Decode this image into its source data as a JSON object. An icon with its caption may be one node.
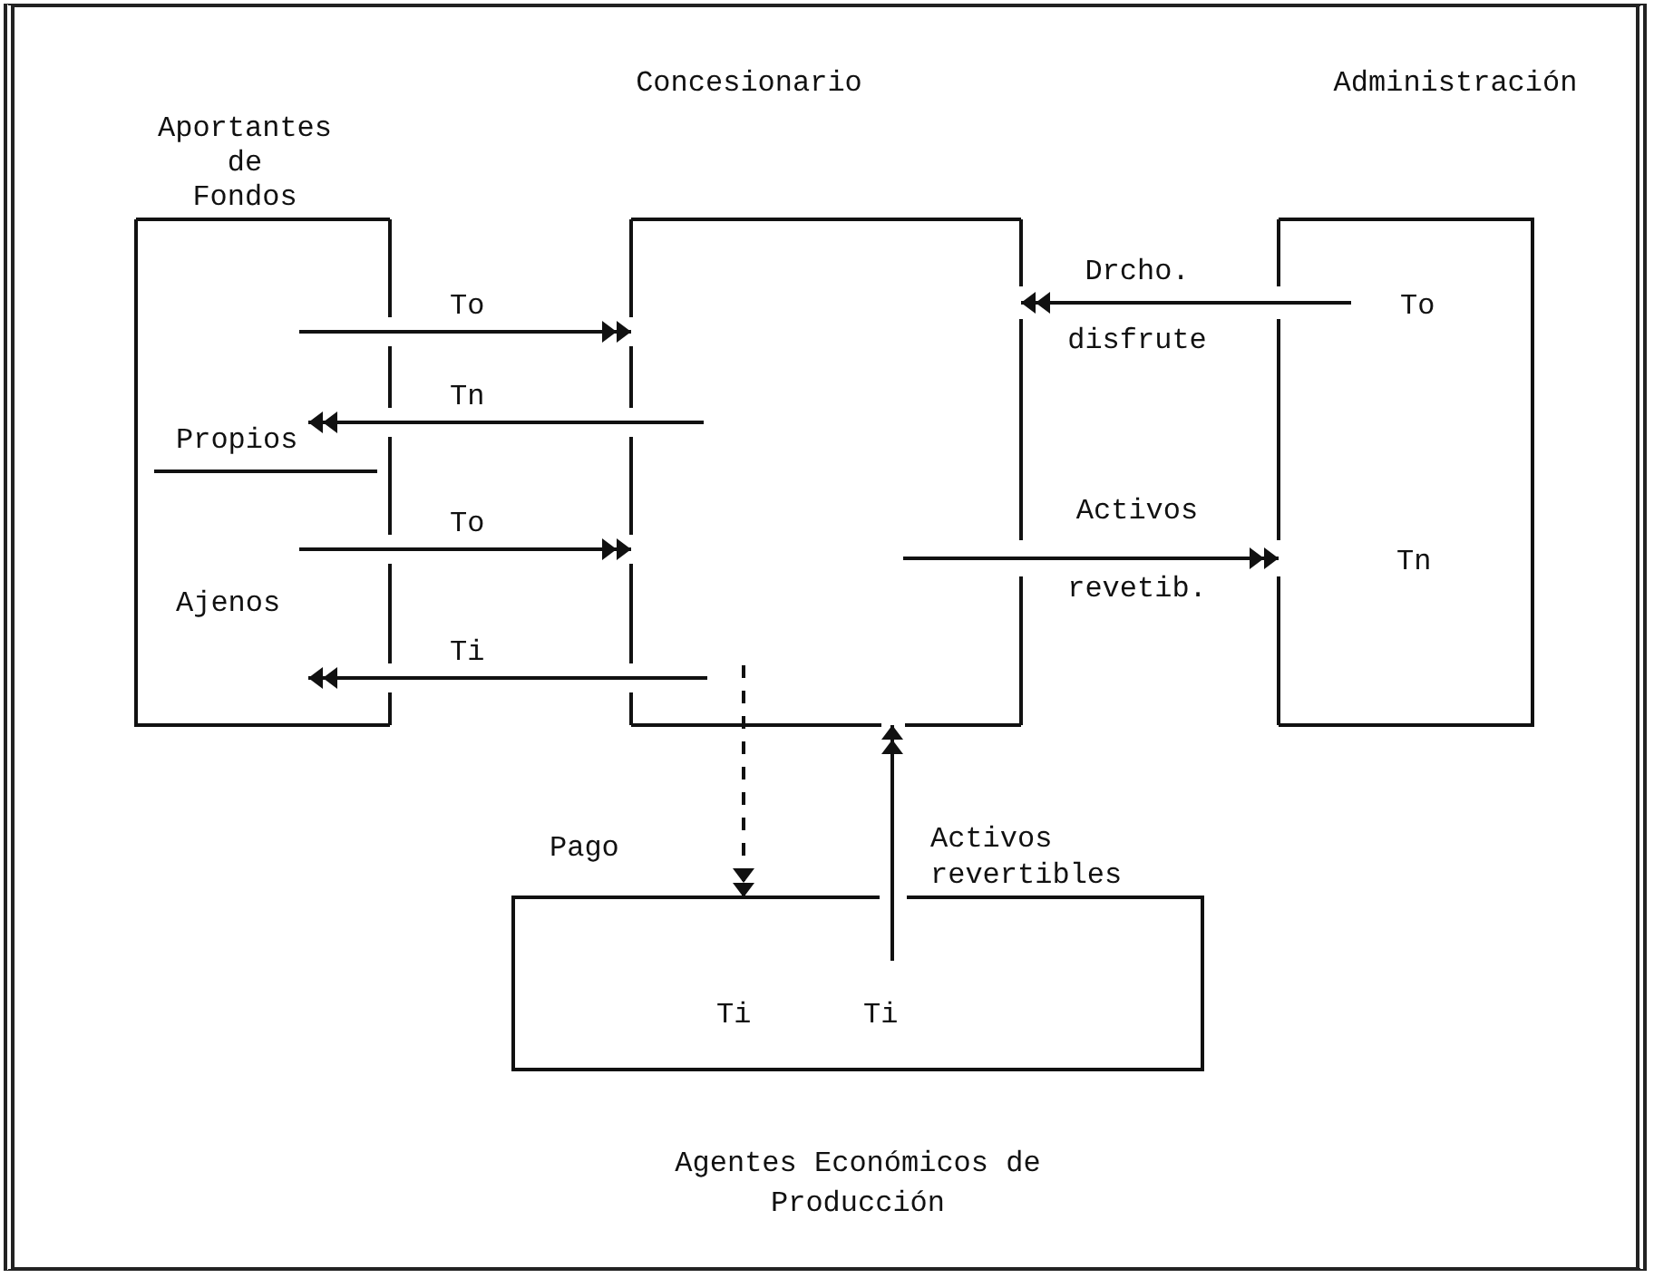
{
  "diagram": {
    "nodes": [
      {
        "text": [
          "Aportantes de Fondos"
        ]
      },
      {
        "text": [
          "Propios"
        ],
        "in": 0
      },
      {
        "text": [
          "Ajenos"
        ],
        "in": 0
      },
      {
        "text": [
          "Concesionario"
        ]
      },
      {
        "text": [
          "Administración",
          "To",
          "Tn"
        ]
      },
      {
        "text": [
          "Ti",
          "Ti",
          "Agentes Económicos de Producción"
        ]
      }
    ],
    "edges": [
      {
        "from": 1,
        "to": 3,
        "arrow": "to",
        "label": "To"
      },
      {
        "from": 3,
        "to": 1,
        "arrow": "to",
        "label": "Tn"
      },
      {
        "from": 2,
        "to": 3,
        "arrow": "to",
        "label": "To"
      },
      {
        "from": 3,
        "to": 2,
        "arrow": "to",
        "label": "Ti"
      },
      {
        "from": 4,
        "to": 3,
        "arrow": "to",
        "label": "Drcho. disfrute"
      },
      {
        "from": 3,
        "to": 4,
        "arrow": "to",
        "label": "Activos revetib."
      },
      {
        "from": 3,
        "to": 5,
        "arrow": "to",
        "label": "Pago",
        "style": "dashed"
      },
      {
        "from": 5,
        "to": 3,
        "arrow": "to",
        "label": "Activos revertibles"
      }
    ]
  }
}
